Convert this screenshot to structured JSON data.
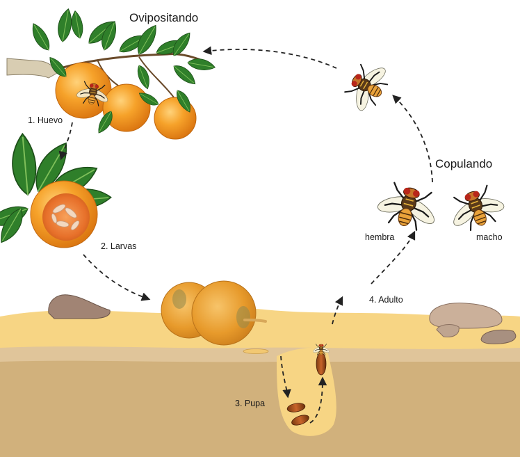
{
  "stages": {
    "ovipositing": "Ovipositando",
    "egg": "1. Huevo",
    "larvae": "2. Larvas",
    "pupa": "3. Pupa",
    "adult": "4. Adulto",
    "mating": "Copulando"
  },
  "flies": {
    "female": "hembra",
    "male": "macho"
  },
  "colors": {
    "orange": "#f29a1f",
    "leaf": "#2e7d2e",
    "soil_surface": "#f7d27d",
    "soil_deep": "#d3b27a",
    "arrow": "#222222"
  },
  "icons": [
    "orange-fruit-icon",
    "leaf-icon",
    "fly-icon",
    "pupa-icon",
    "larva-icon",
    "rock-icon"
  ]
}
